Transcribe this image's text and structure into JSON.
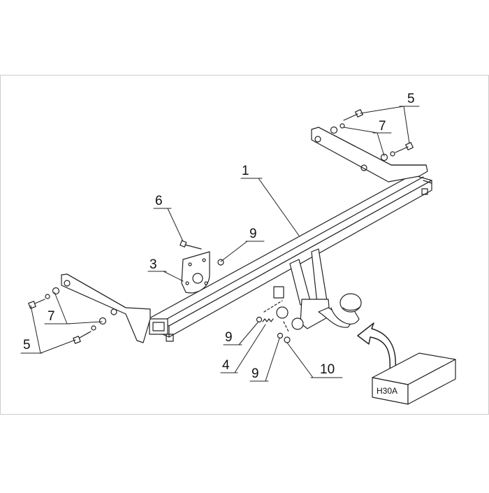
{
  "diagram": {
    "callouts": [
      {
        "id": "c1",
        "label": "1"
      },
      {
        "id": "c3",
        "label": "3"
      },
      {
        "id": "c4",
        "label": "4"
      },
      {
        "id": "c5a",
        "label": "5"
      },
      {
        "id": "c5b",
        "label": "5"
      },
      {
        "id": "c6",
        "label": "6"
      },
      {
        "id": "c7a",
        "label": "7"
      },
      {
        "id": "c7b",
        "label": "7"
      },
      {
        "id": "c9a",
        "label": "9"
      },
      {
        "id": "c9b",
        "label": "9"
      },
      {
        "id": "c9c",
        "label": "9"
      },
      {
        "id": "c10",
        "label": "10"
      }
    ],
    "model_box": {
      "label": "H30A"
    }
  }
}
